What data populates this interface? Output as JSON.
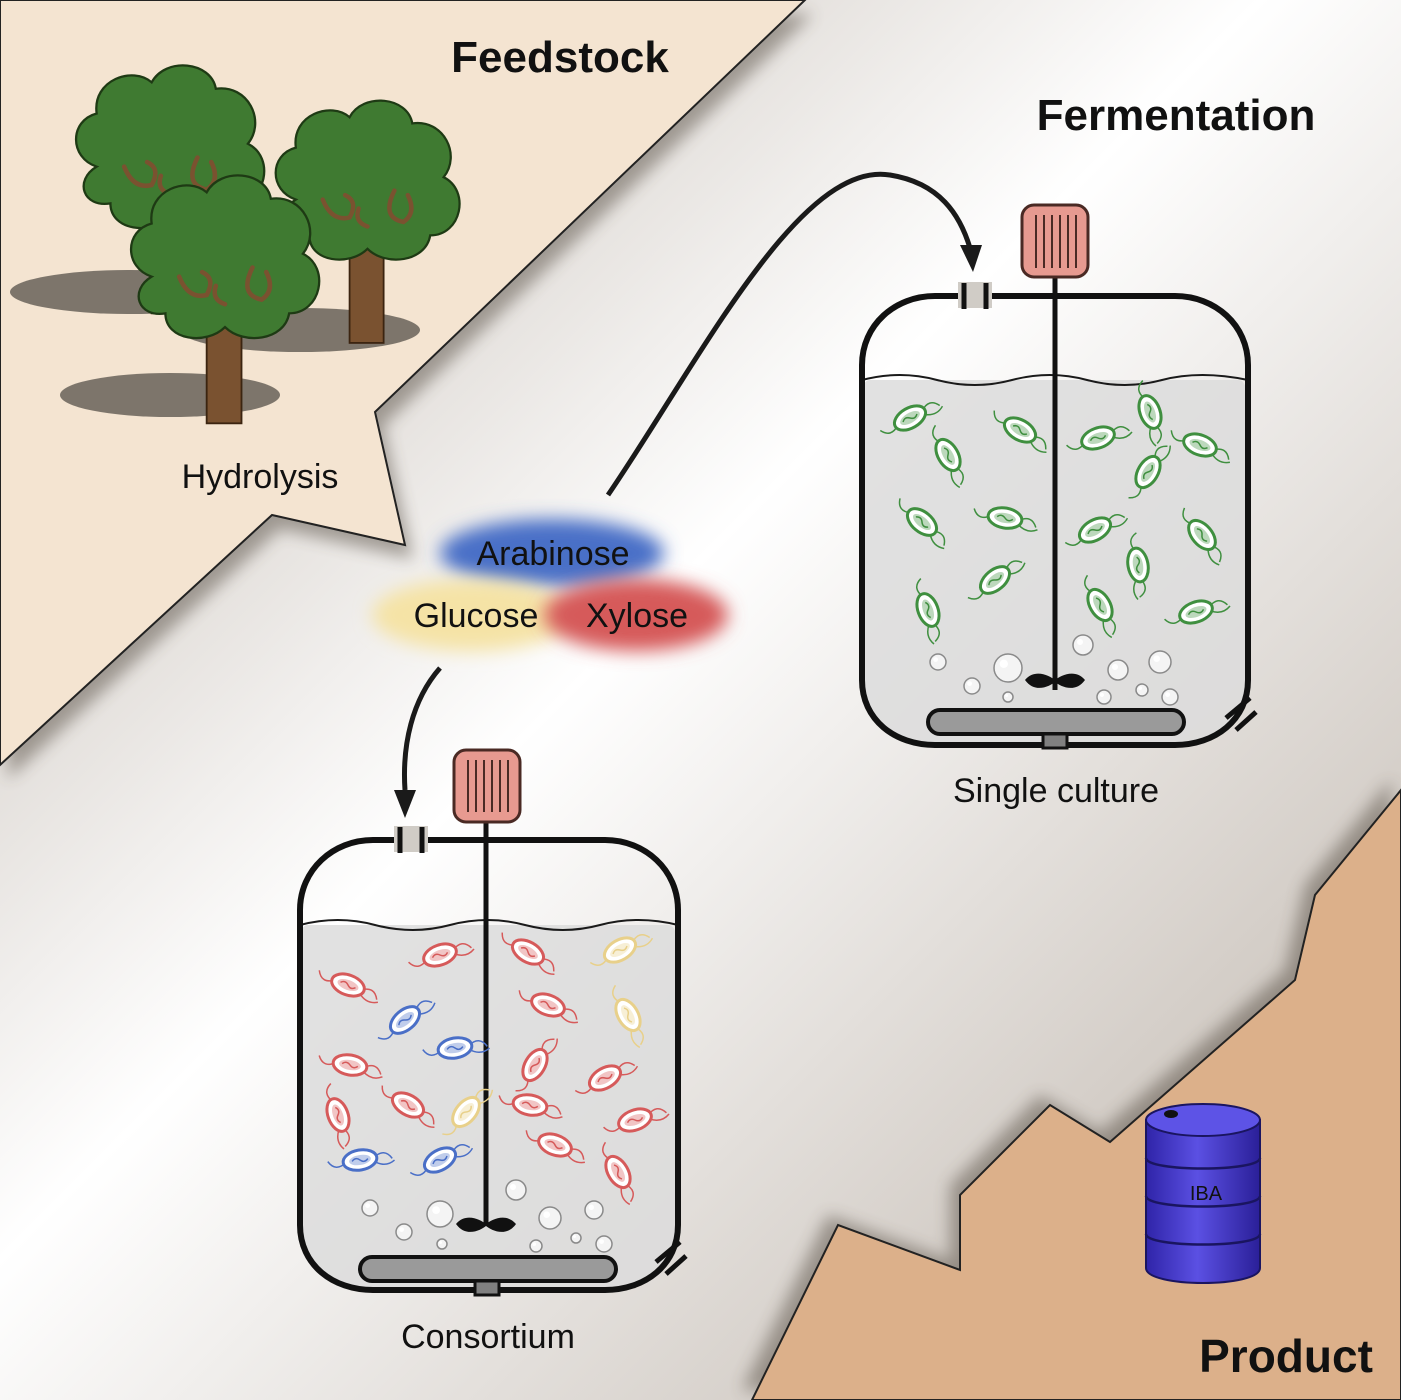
{
  "sections": {
    "feedstock": "Feedstock",
    "fermentation": "Fermentation",
    "product": "Product"
  },
  "steps": {
    "hydrolysis": "Hydrolysis"
  },
  "sugars": {
    "arabinose": "Arabinose",
    "glucose": "Glucose",
    "xylose": "Xylose"
  },
  "reactors": {
    "single_culture": "Single culture",
    "consortium": "Consortium"
  },
  "barrel": {
    "label": "IBA"
  },
  "colors": {
    "feedstock_bg": "#f4e4d1",
    "product_bg": "#dcb08a",
    "tree_canopy": "#3f7a31",
    "tree_trunk": "#7a5230",
    "arabinose": "#4a6fc7",
    "glucose": "#f5e3a6",
    "xylose": "#d65a5a",
    "motor": "#e79a90",
    "barrel": "#4b3fd0",
    "microbe_single": "#3f8f3f",
    "microbe_red": "#d65a5a",
    "microbe_blue": "#4a6fc7",
    "microbe_yellow": "#e8d08a"
  },
  "consortium_microbes": [
    "red",
    "red",
    "red",
    "yellow",
    "blue",
    "red",
    "yellow",
    "blue",
    "red",
    "red",
    "red",
    "red",
    "red",
    "red",
    "blue",
    "blue",
    "red",
    "red",
    "red",
    "yellow"
  ]
}
